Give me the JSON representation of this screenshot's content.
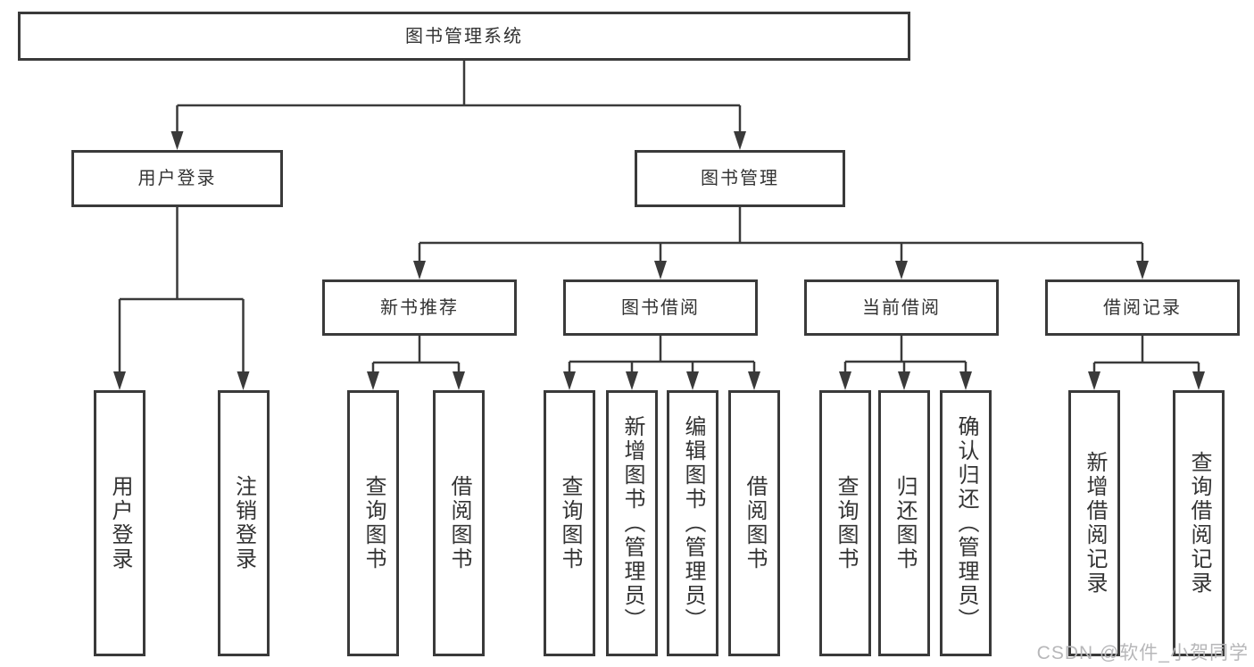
{
  "tree": {
    "root": {
      "label": "图书管理系统"
    },
    "level2": [
      {
        "label": "用户登录"
      },
      {
        "label": "图书管理"
      }
    ],
    "level3": [
      {
        "label": "新书推荐"
      },
      {
        "label": "图书借阅"
      },
      {
        "label": "当前借阅"
      },
      {
        "label": "借阅记录"
      }
    ],
    "leaves": {
      "user_login": [
        {
          "label": "用户登录"
        },
        {
          "label": "注销登录"
        }
      ],
      "new_book": [
        {
          "label": "查询图书"
        },
        {
          "label": "借阅图书"
        }
      ],
      "book_borrow": [
        {
          "label": "查询图书"
        },
        {
          "label": "新增图书（管理员）"
        },
        {
          "label": "编辑图书（管理员）"
        },
        {
          "label": "借阅图书"
        }
      ],
      "current_borrow": [
        {
          "label": "查询图书"
        },
        {
          "label": "归还图书"
        },
        {
          "label": "确认归还（管理员）"
        }
      ],
      "borrow_record": [
        {
          "label": "新增借阅记录"
        },
        {
          "label": "查询借阅记录"
        }
      ]
    }
  },
  "watermark": {
    "text": "CSDN @软件_小贺同学"
  },
  "colors": {
    "border": "#3a3a3a",
    "text": "#333333",
    "watermark": "#b7b7b9",
    "background": "#ffffff"
  }
}
